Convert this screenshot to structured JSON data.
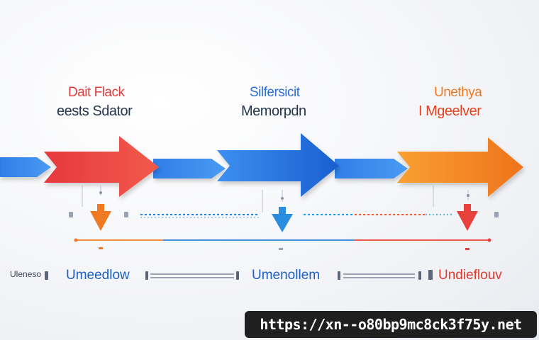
{
  "stages": [
    {
      "line1": "Dait Flack",
      "line2": "eests Sdator",
      "line1_color": "#e23a3a",
      "line2_color": "#27364f",
      "color": "#ef3b3b"
    },
    {
      "line1": "Silfersicit",
      "line2": "Memorpdn",
      "line1_color": "#2d6fd6",
      "line2_color": "#27364f",
      "color": "#1f6fe0"
    },
    {
      "line1": "Unethya",
      "line2": "Mgeelver",
      "line1_color": "#f07a22",
      "line2_color": "#e8431f",
      "color": "#f37b20"
    }
  ],
  "bottom_labels": [
    {
      "prefix": "Uleneso",
      "text": "Umeedlow",
      "color": "#1f5fc4"
    },
    {
      "text": "Umenollem",
      "color": "#1f5fc4"
    },
    {
      "text": "Undieflouv",
      "color": "#e03a2f"
    }
  ],
  "down_arrow_colors": [
    "#f07a22",
    "#2a8de0",
    "#e8403a"
  ],
  "watermark": "https://xn--o80bp9mc8ck3f75y.net"
}
